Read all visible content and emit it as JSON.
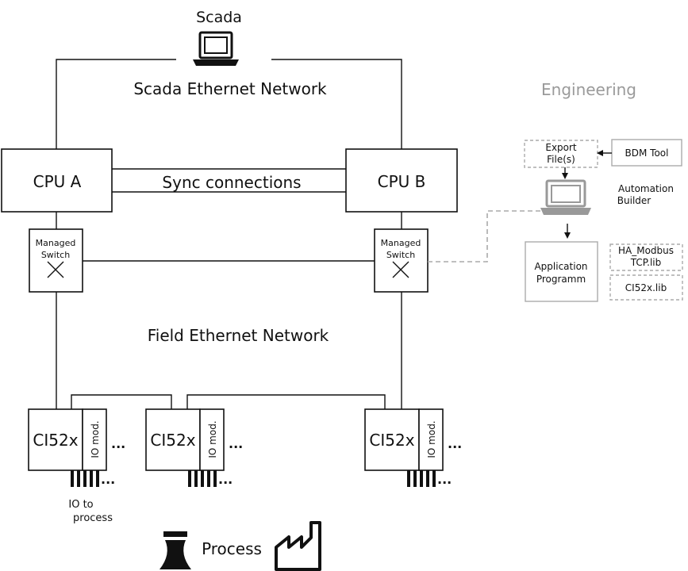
{
  "labels": {
    "scada": "Scada",
    "scada_network": "Scada Ethernet Network",
    "engineering": "Engineering",
    "cpu_a": "CPU A",
    "cpu_b": "CPU B",
    "sync": "Sync connections",
    "managed": "Managed",
    "switch": "Switch",
    "field_network": "Field Ethernet Network",
    "ci52x": "CI52x",
    "io_mod": "IO mod.",
    "ellipsis": "...",
    "io_to": "IO  to",
    "process_small": "process",
    "process": "Process",
    "export_1": "Export",
    "export_2": "File(s)",
    "bdm_tool": "BDM Tool",
    "automation_1": "Automation",
    "automation_2": "Builder",
    "app_1": "Application",
    "app_2": "Programm",
    "ha_1": "HA_Modbus",
    "ha_2": "TCP.lib",
    "ci52x_lib": "CI52x.lib"
  }
}
